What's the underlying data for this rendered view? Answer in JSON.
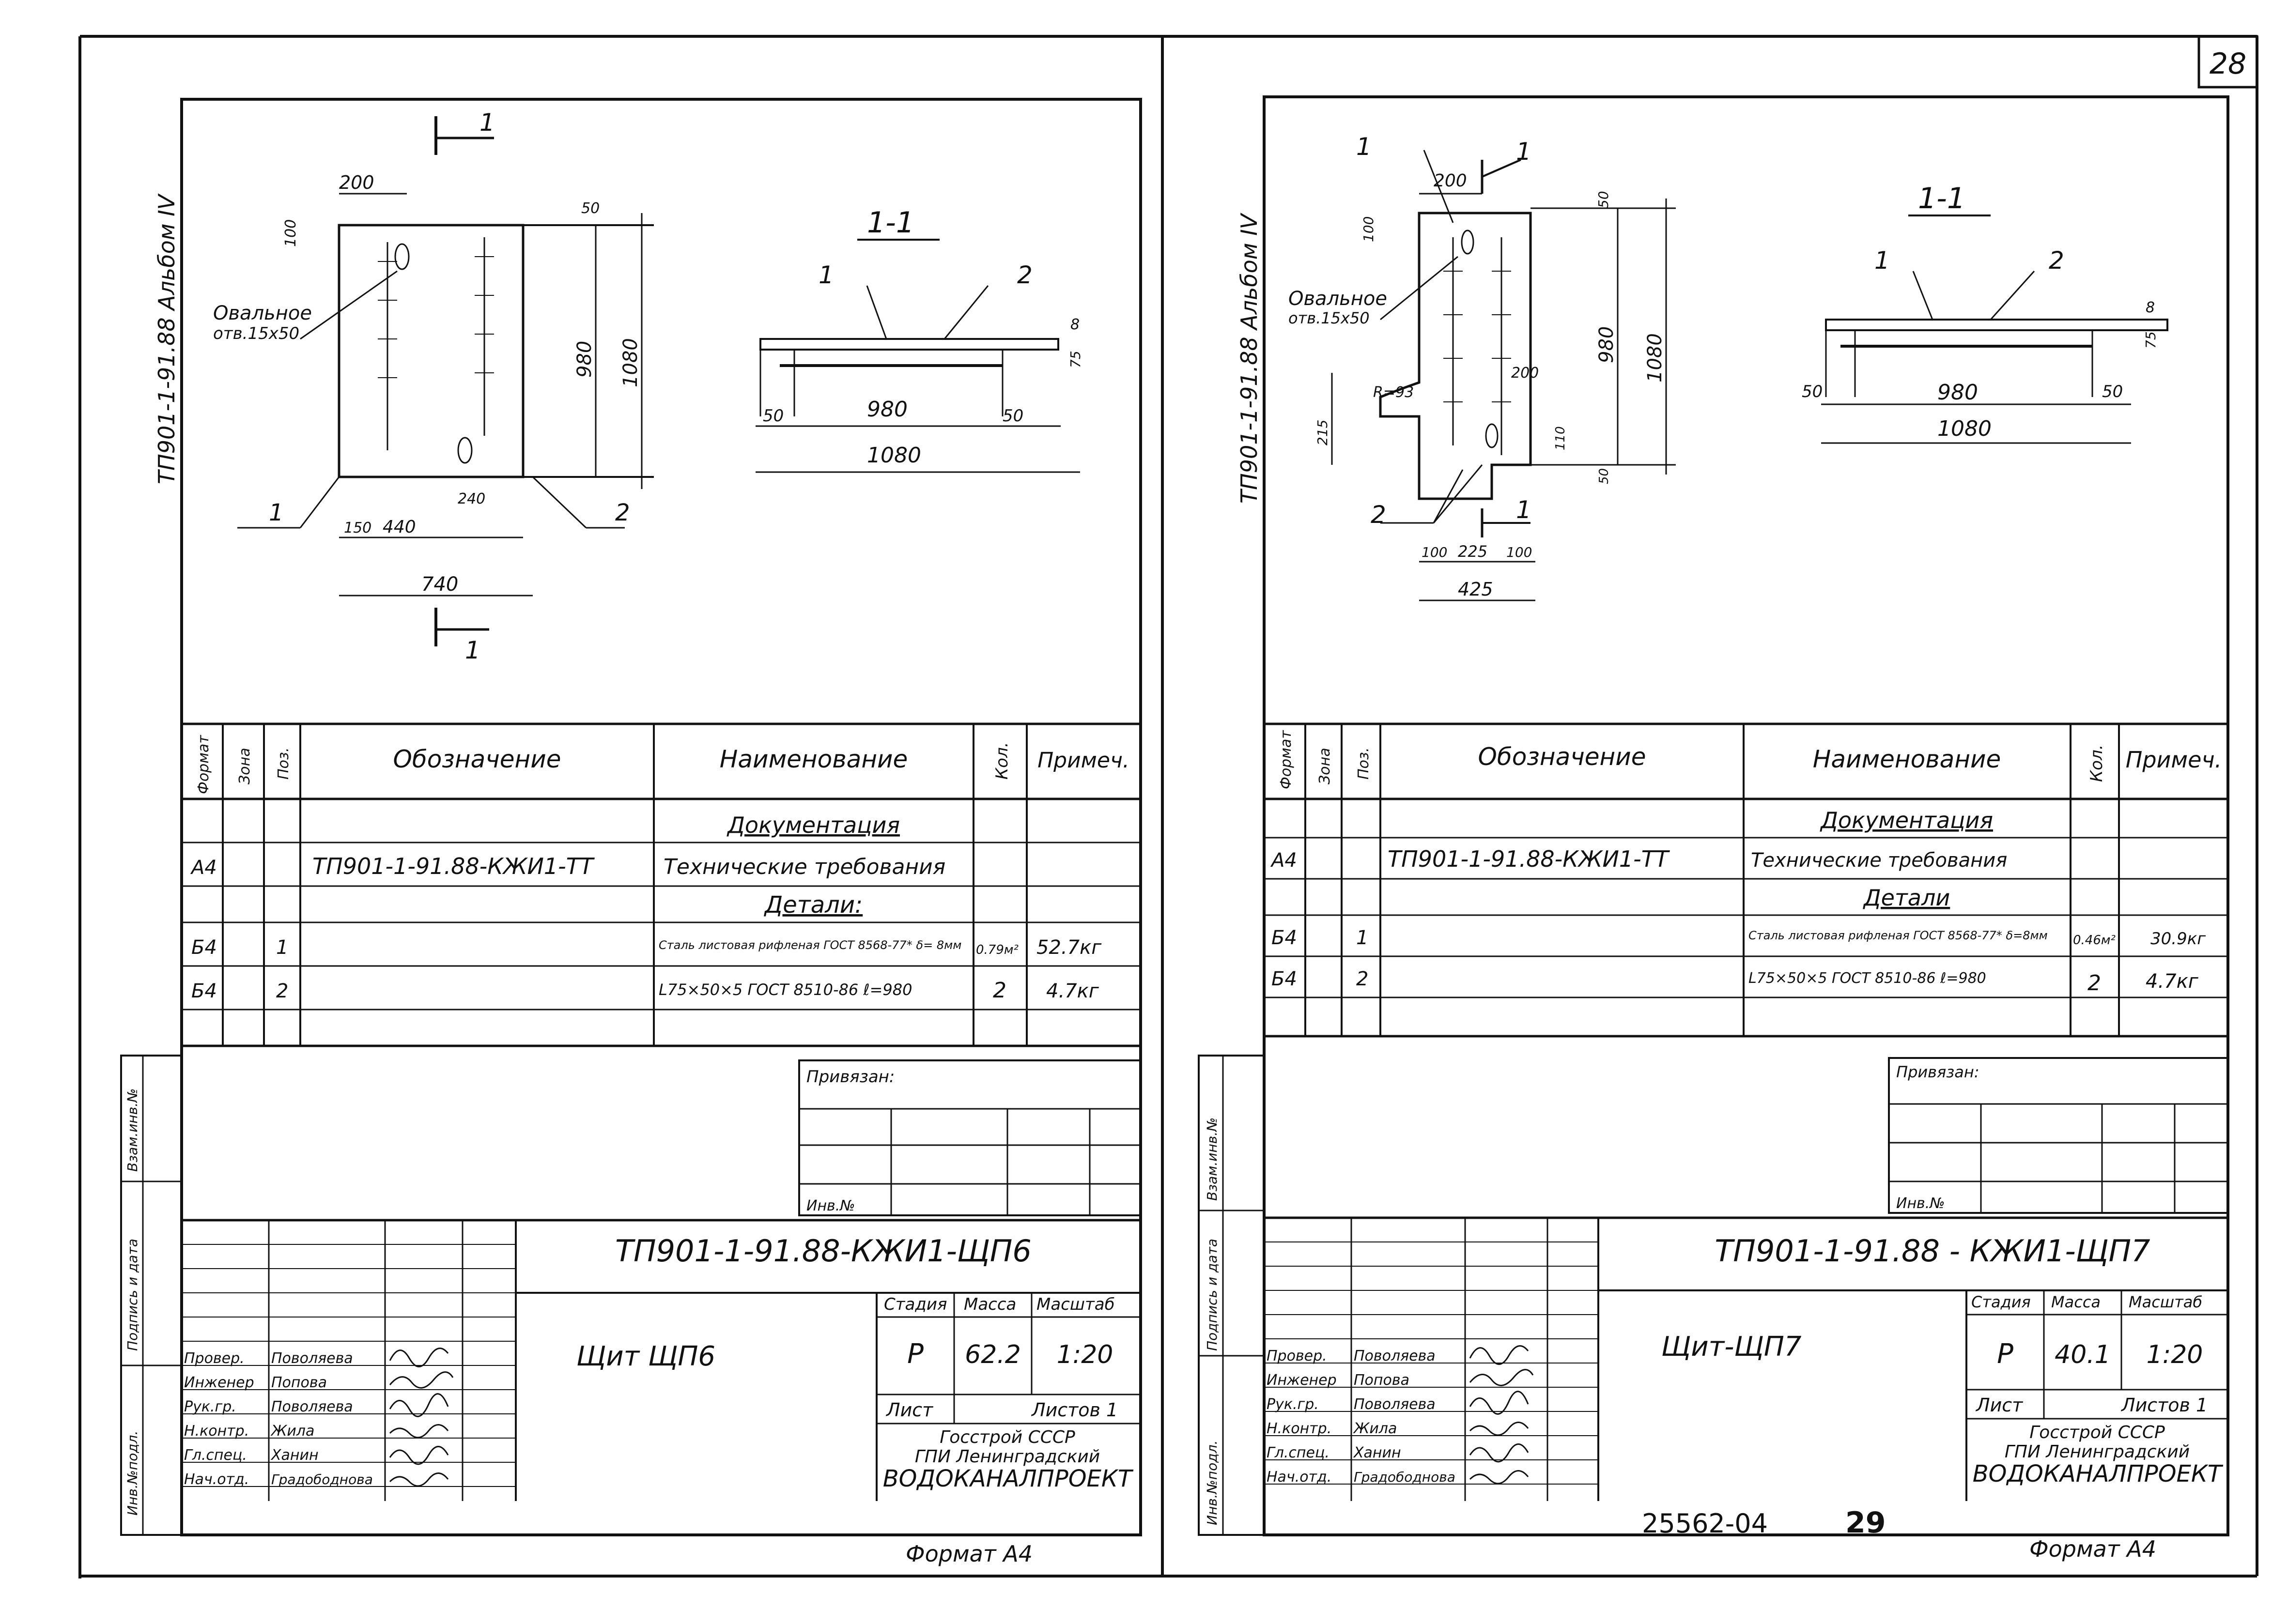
{
  "page_number": "28",
  "footer_code": "25562-04",
  "footer_page": "29",
  "sheet_format": "Формат А4",
  "album_label": "ТП901-1-91.88 Альбом IV",
  "side_labels": [
    "Инв.№подл.",
    "Подпись и дата",
    "Взам.инв.№"
  ],
  "table_headers": {
    "format": "Формат",
    "zone": "Зона",
    "pos": "Поз.",
    "designation": "Обозначение",
    "name": "Наименование",
    "qty": "Кол.",
    "note": "Примеч."
  },
  "stamp_labels": {
    "linked": "Привязан:",
    "inv": "Инв.№",
    "stage": "Стадия",
    "mass": "Масса",
    "scale": "Масштаб",
    "sheet": "Лист",
    "sheets": "Листов 1",
    "org1": "Госстрой СССР",
    "org2": "ГПИ Ленинградский",
    "org3": "ВОДОКАНАЛПРОЕКТ"
  },
  "roles": [
    {
      "role": "Провер.",
      "name": "Поволяева"
    },
    {
      "role": "Инженер",
      "name": "Попова"
    },
    {
      "role": "Рук.гр.",
      "name": "Поволяева"
    },
    {
      "role": "Н.контр.",
      "name": "Жила"
    },
    {
      "role": "Гл.спец.",
      "name": "Ханин"
    },
    {
      "role": "Нач.отд.",
      "name": "Градободнова"
    }
  ],
  "sheets": [
    {
      "section_title": "1-1",
      "section_mark": "1",
      "drawing_labels": {
        "hole_note_1": "Овальное",
        "hole_note_2": "отв.15х50",
        "pos1": "1",
        "pos2": "2",
        "d200": "200",
        "d100": "100",
        "d50": "50",
        "d980": "980",
        "d1080": "1080",
        "d150": "150",
        "d440": "440",
        "d240": "240",
        "d740": "740",
        "d8": "8",
        "d75": "75"
      },
      "doc_number": "ТП901-1-91.88-КЖИ1-ЩП6",
      "title": "Щит ЩП6",
      "stage": "Р",
      "mass": "62.2",
      "scale": "1:20",
      "rows": [
        {
          "format": "",
          "zone": "",
          "pos": "",
          "designation": "",
          "name": "Документация",
          "qty": "",
          "note": ""
        },
        {
          "format": "А4",
          "zone": "",
          "pos": "",
          "designation": "ТП901-1-91.88-КЖИ1-ТТ",
          "name": "Технические требования",
          "qty": "",
          "note": ""
        },
        {
          "format": "",
          "zone": "",
          "pos": "",
          "designation": "",
          "name": "Детали:",
          "qty": "",
          "note": ""
        },
        {
          "format": "Б4",
          "zone": "",
          "pos": "1",
          "designation": "",
          "name": "Сталь листовая рифленая ГОСТ 8568-77* δ= 8мм",
          "qty": "0.79м²",
          "note": "52.7кг"
        },
        {
          "format": "Б4",
          "zone": "",
          "pos": "2",
          "designation": "",
          "name": "L75×50×5 ГОСТ 8510-86 ℓ=980",
          "qty": "2",
          "note": "4.7кг"
        }
      ]
    },
    {
      "section_title": "1-1",
      "section_mark": "1",
      "drawing_labels": {
        "hole_note_1": "Овальное",
        "hole_note_2": "отв.15х50",
        "pos1": "1",
        "pos2": "2",
        "d200": "200",
        "d100": "100",
        "d50": "50",
        "d980": "980",
        "d1080": "1080",
        "d215": "215",
        "dR": "R=93",
        "d110": "110",
        "d225": "225",
        "d425": "425",
        "d8": "8",
        "d75": "75"
      },
      "doc_number": "ТП901-1-91.88 - КЖИ1-ЩП7",
      "title": "Щит-ЩП7",
      "stage": "Р",
      "mass": "40.1",
      "scale": "1:20",
      "rows": [
        {
          "format": "",
          "zone": "",
          "pos": "",
          "designation": "",
          "name": "Документация",
          "qty": "",
          "note": ""
        },
        {
          "format": "А4",
          "zone": "",
          "pos": "",
          "designation": "ТП901-1-91.88-КЖИ1-ТТ",
          "name": "Технические требования",
          "qty": "",
          "note": ""
        },
        {
          "format": "",
          "zone": "",
          "pos": "",
          "designation": "",
          "name": "Детали",
          "qty": "",
          "note": ""
        },
        {
          "format": "Б4",
          "zone": "",
          "pos": "1",
          "designation": "",
          "name": "Сталь листовая рифленая ГОСТ 8568-77* δ=8мм",
          "qty": "0.46м²",
          "note": "30.9кг"
        },
        {
          "format": "Б4",
          "zone": "",
          "pos": "2",
          "designation": "",
          "name": "L75×50×5 ГОСТ 8510-86 ℓ=980",
          "qty": "2",
          "note": "4.7кг"
        }
      ]
    }
  ]
}
